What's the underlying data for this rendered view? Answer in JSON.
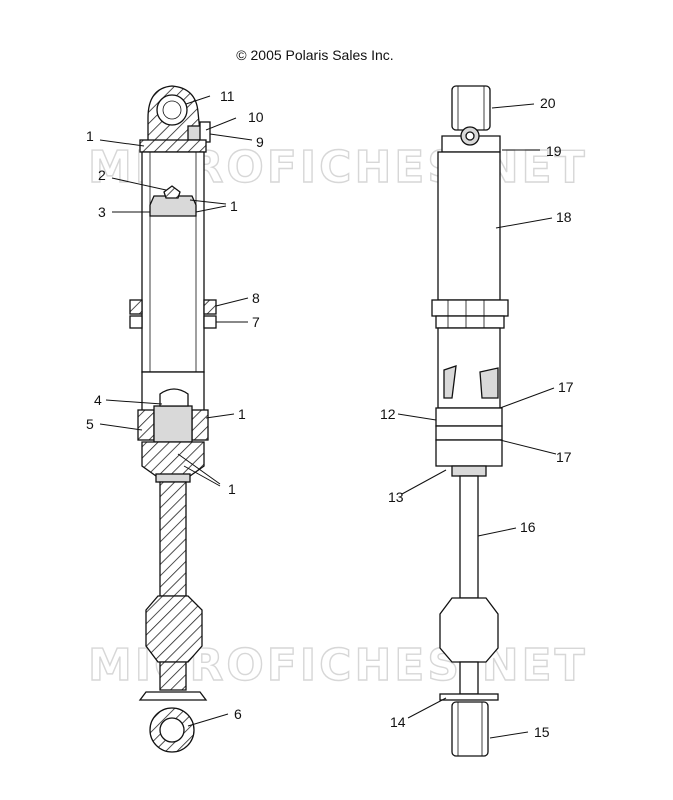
{
  "header": {
    "copyright": "© 2005 Polaris Sales Inc."
  },
  "watermark": {
    "text": "MICROFICHES.NET",
    "color": "#d7d7d7"
  },
  "callouts": {
    "c1a": "1",
    "c1b": "1",
    "c1c": "1",
    "c1d": "1",
    "c2": "2",
    "c3": "3",
    "c4": "4",
    "c5": "5",
    "c6": "6",
    "c7": "7",
    "c8": "8",
    "c9": "9",
    "c10": "10",
    "c11": "11",
    "c12": "12",
    "c13": "13",
    "c14": "14",
    "c15": "15",
    "c16": "16",
    "c17a": "17",
    "c17b": "17",
    "c18": "18",
    "c19": "19",
    "c20": "20"
  }
}
